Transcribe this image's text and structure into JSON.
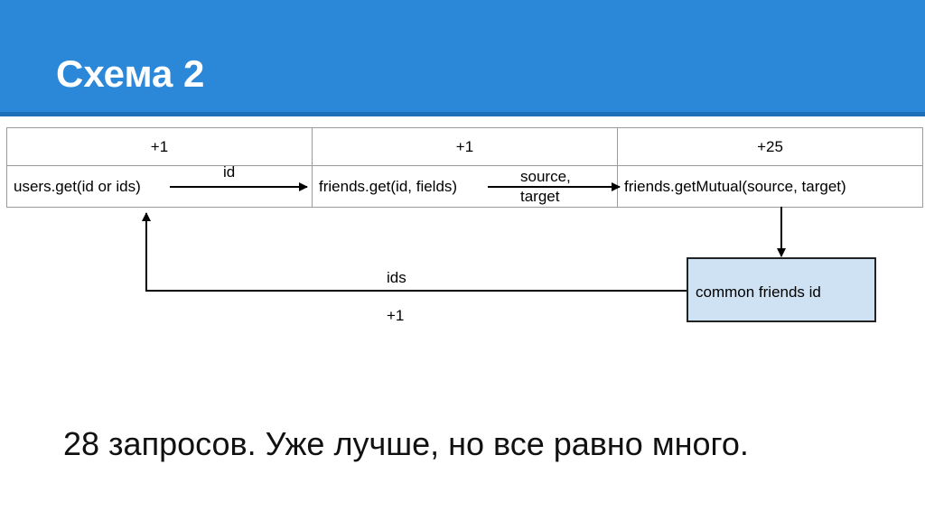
{
  "slide": {
    "title": "Схема 2",
    "summary": "28 запросов. Уже лучше, но все равно много."
  },
  "table": {
    "counts": [
      "+1",
      "+1",
      "+25"
    ],
    "methods": [
      "users.get(id or ids)",
      "friends.get(id, fields)",
      "friends.getMutual(source, target)"
    ]
  },
  "edges": {
    "id_label": "id",
    "source_label": "source,",
    "target_label": "target",
    "ids_label": "ids",
    "return_count": "+1"
  },
  "box": {
    "label": "common friends id"
  },
  "colors": {
    "header": "#2b88d9",
    "header_border": "#1e6fb8",
    "box_fill": "#cfe2f3"
  }
}
